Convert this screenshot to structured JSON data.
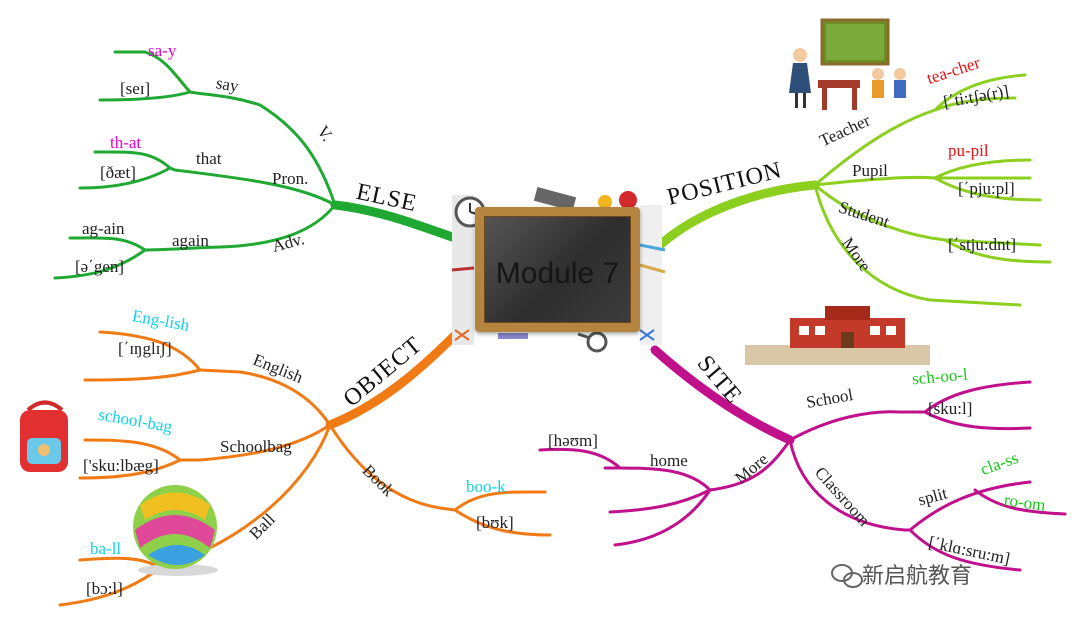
{
  "center": {
    "title": "Module 7"
  },
  "branches": {
    "else": {
      "label": "ELSE",
      "color": "#1fa832",
      "groups": [
        {
          "pos": "V.",
          "word": "say",
          "syllables": "sa-y",
          "phonetic": "[seɪ]"
        },
        {
          "pos": "Pron.",
          "word": "that",
          "syllables": "th-at",
          "phonetic": "[ðæt]"
        },
        {
          "pos": "Adv.",
          "word": "again",
          "syllables": "ag-ain",
          "phonetic": "[ə΄gen]"
        }
      ]
    },
    "position": {
      "label": "POSITION",
      "color": "#8ccf1e",
      "items": [
        {
          "word": "Teacher",
          "syllables": "tea-cher",
          "phonetic": "[΄ti:tʃə(r)]"
        },
        {
          "word": "Pupil",
          "syllables": "pu-pil",
          "phonetic": "[΄pju:pl]"
        },
        {
          "word": "Student",
          "phonetic": "[΄stju:dnt]"
        },
        {
          "word": "More"
        }
      ]
    },
    "object": {
      "label": "OBJECT",
      "color": "#f07a14",
      "items": [
        {
          "word": "English",
          "syllables": "Eng-lish",
          "phonetic": "[΄ɪŋglɪʃ]"
        },
        {
          "word": "Schoolbag",
          "syllables": "school-bag",
          "phonetic": "['sku:lbæg]"
        },
        {
          "word": "Ball",
          "syllables": "ba-ll",
          "phonetic": "[bɔ:l]"
        },
        {
          "word": "Book",
          "syllables": "boo-k",
          "phonetic": "[bʊk]"
        }
      ]
    },
    "site": {
      "label": "SITE",
      "color": "#c0108c",
      "school": {
        "word": "School",
        "syllables": "sch-oo-l",
        "phonetic": "[sku:l]"
      },
      "more": {
        "word": "More",
        "sub": "home",
        "phonetic": "[həʊm]"
      },
      "classroom": {
        "word": "Classroom",
        "split_label": "split",
        "syllables": [
          "cla-ss",
          "ro-om"
        ],
        "phonetic": "[΄klɑ:sru:m]"
      }
    }
  },
  "watermark": {
    "text": "新启航教育"
  }
}
